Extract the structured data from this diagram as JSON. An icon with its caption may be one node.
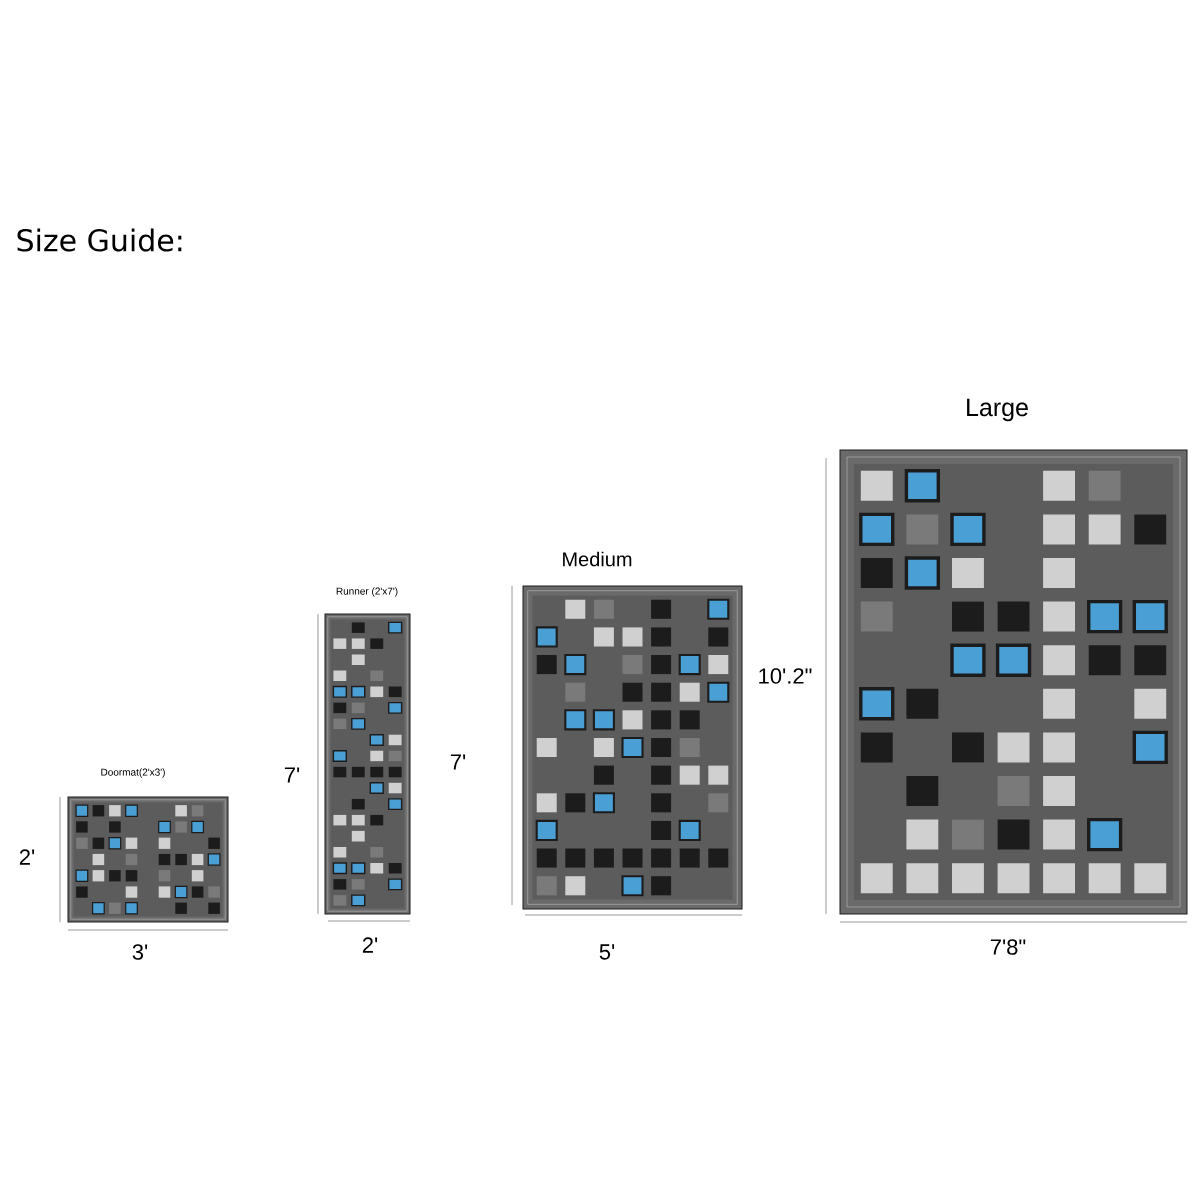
{
  "diagram": {
    "title": "Size Guide:",
    "nodes": [
      {
        "text": [
          "Doormat(2'x3')"
        ]
      },
      {
        "text": [
          "Runner (2'x7')"
        ]
      },
      {
        "text": [
          "Medium"
        ]
      },
      {
        "text": [
          "Large"
        ]
      }
    ],
    "labels": [
      "2'",
      "3'",
      "7'",
      "2'",
      "7'",
      "5'",
      "10'.2\"",
      "7'8\""
    ]
  }
}
